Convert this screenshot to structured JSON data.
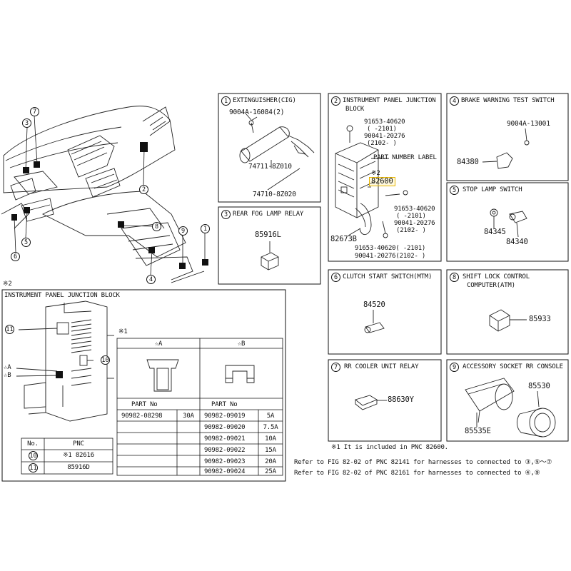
{
  "overview": {
    "callouts": [
      "7",
      "3",
      "2",
      "8",
      "9",
      "1",
      "5",
      "6",
      "4"
    ]
  },
  "panel1": {
    "num": "1",
    "title": "EXTINGUISHER(CIG)",
    "part_a": "9004A-16084(2)",
    "part_b": "74711-8Z010",
    "part_c": "74710-8Z020"
  },
  "panel2": {
    "num": "2",
    "title_line1": "INSTRUMENT PANEL JUNCTION",
    "title_line2": "BLOCK",
    "a1": "91653-40620",
    "a2": "(     -2101)",
    "a3": "90041-20276",
    "a4": "(2102-     )",
    "label_title": "PART NUMBER LABEL",
    "note_mark": "※2",
    "main_part": "82600",
    "b1": "91653-40620",
    "b2": "(     -2101)",
    "b3": "90041-20276",
    "b4": "(2102-     )",
    "bottom_left": "82673B",
    "c1": "91653-40620(     -2101)",
    "c2": "90041-20276(2102-     )"
  },
  "panel3": {
    "num": "3",
    "title": "REAR FOG LAMP RELAY",
    "part": "85916L"
  },
  "panel4": {
    "num": "4",
    "title": "BRAKE WARNING TEST SWITCH",
    "part_a": "9004A-13001",
    "part_b": "84380"
  },
  "panel5": {
    "num": "5",
    "title": "STOP LAMP SWITCH",
    "part_a": "84345",
    "part_b": "84340"
  },
  "panel6": {
    "num": "6",
    "title": "CLUTCH START SWITCH(MTM)",
    "part": "84520"
  },
  "panel7": {
    "num": "7",
    "title": "RR COOLER UNIT RELAY",
    "part": "88630Y"
  },
  "panel8": {
    "num": "8",
    "title_line1": "SHIFT LOCK CONTROL",
    "title_line2": "COMPUTER(ATM)",
    "part": "85933"
  },
  "panel9": {
    "num": "9",
    "title": "ACCESSORY SOCKET RR CONSOLE",
    "part_a": "85530",
    "part_b": "85535E"
  },
  "jb": {
    "note": "※2",
    "title": "INSTRUMENT PANEL JUNCTION BLOCK",
    "callout_11": "11",
    "callout_10": "10",
    "star_a": "☆A",
    "star_b": "☆B",
    "table_headers": [
      "No.",
      "PNC"
    ],
    "table_rows": [
      {
        "no": "10",
        "pnc": "※1 82616"
      },
      {
        "no": "11",
        "pnc": "85916D"
      }
    ]
  },
  "fuse": {
    "note": "※1",
    "col_a": "☆A",
    "col_b": "☆B",
    "header_part": "PART No",
    "a_rows": [
      {
        "part": "90982-08298",
        "amp": "30A"
      }
    ],
    "b_rows": [
      {
        "part": "90982-09019",
        "amp": "5A"
      },
      {
        "part": "90982-09020",
        "amp": "7.5A"
      },
      {
        "part": "90982-09021",
        "amp": "10A"
      },
      {
        "part": "90982-09022",
        "amp": "15A"
      },
      {
        "part": "90982-09023",
        "amp": "20A"
      },
      {
        "part": "90982-09024",
        "amp": "25A"
      }
    ]
  },
  "footer": {
    "note": "※1 It is included in PNC 82600.",
    "ref1": "Refer to FIG 82-02 of PNC 82141 for harnesses to connected to ③,⑤～⑦",
    "ref2": "Refer to FIG 82-02 of PNC 82161 for harnesses to connected to ④,⑨"
  }
}
